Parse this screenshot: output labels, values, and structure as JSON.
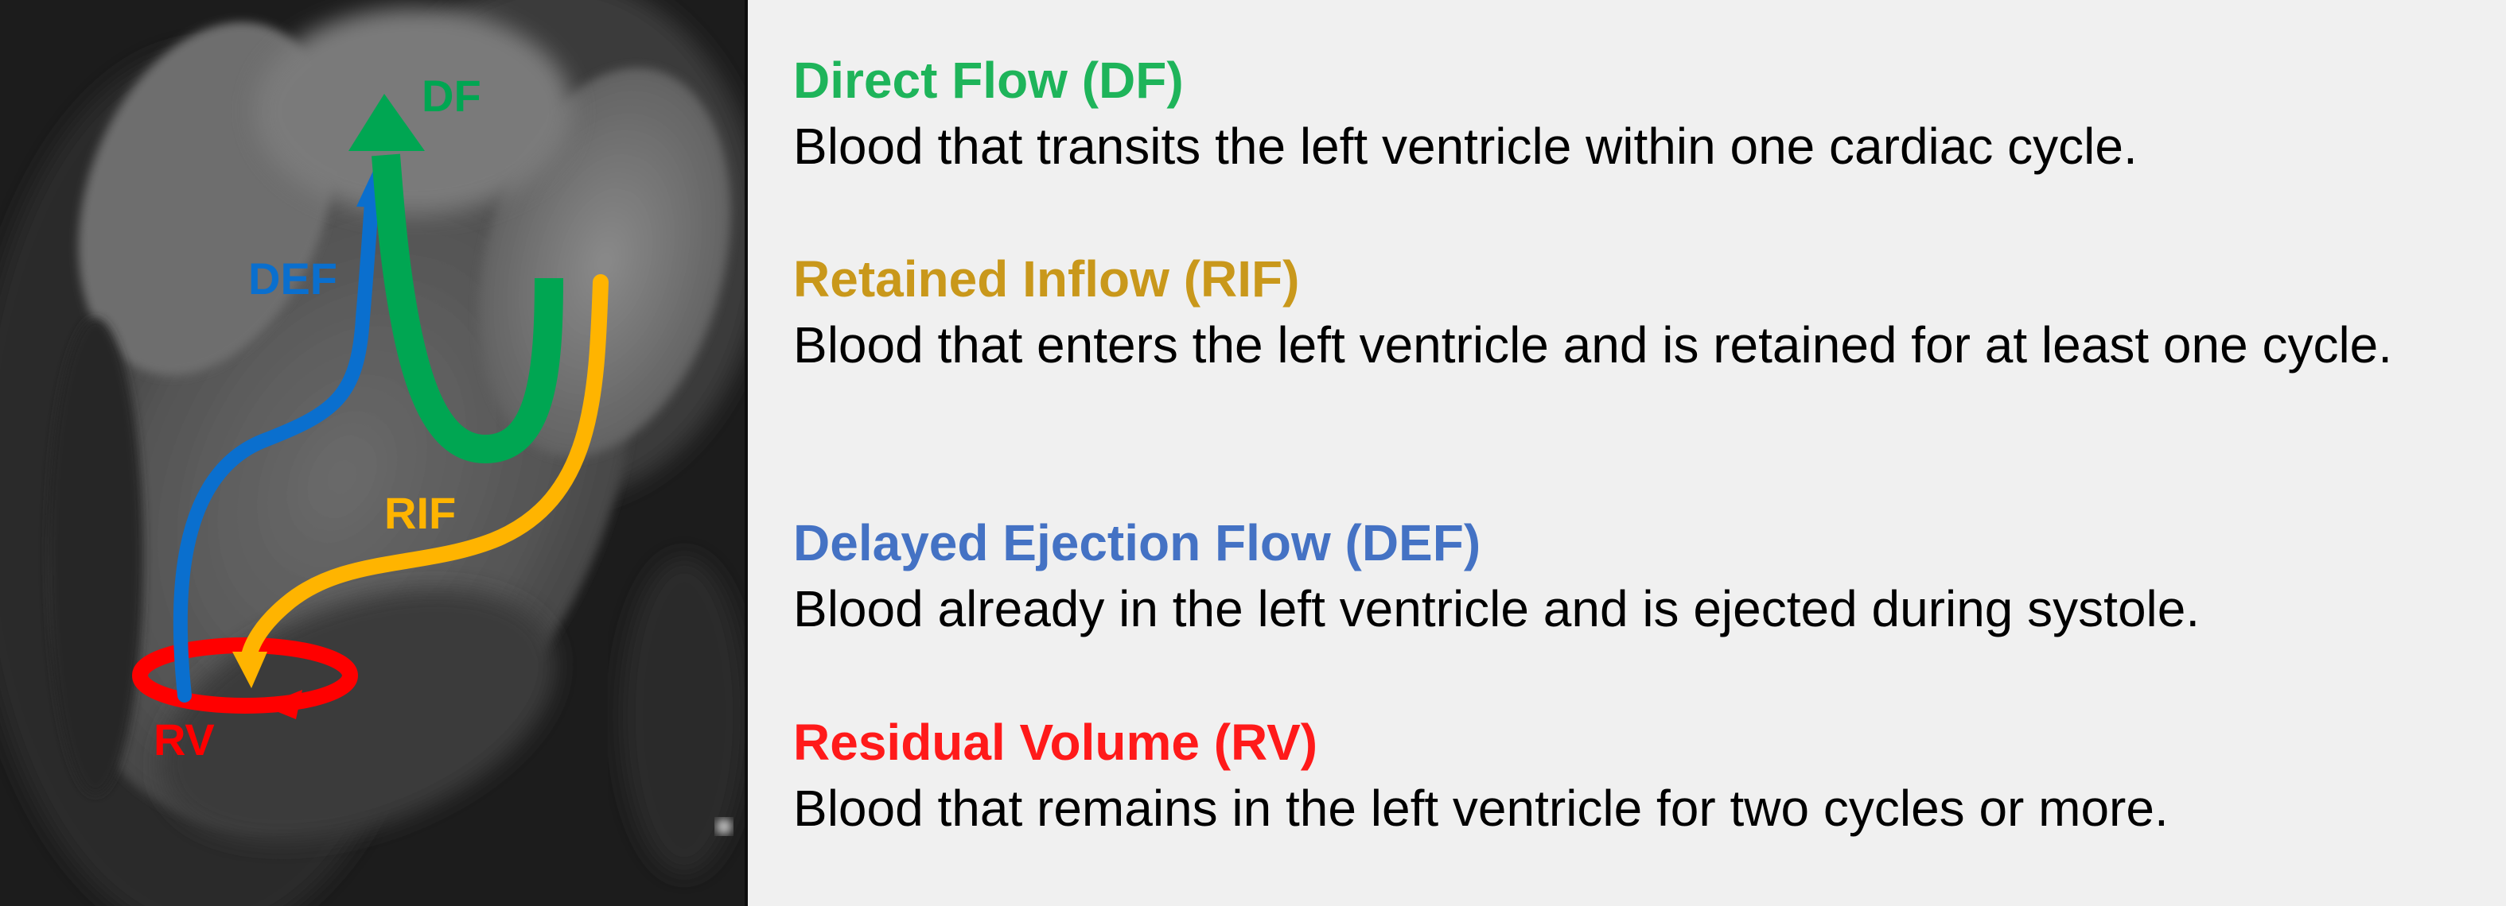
{
  "colors": {
    "df": "#00a652",
    "rif": "#ffb400",
    "def": "#0a6fce",
    "rv": "#ff0000",
    "df_title": "#1eb45a",
    "rif_title": "#c9981b",
    "def_title": "#4472c4",
    "rv_title": "#ff1a1a"
  },
  "image_labels": {
    "df": "DF",
    "def": "DEF",
    "rif": "RIF",
    "rv": "RV"
  },
  "legend": {
    "df": {
      "title": "Direct Flow (DF)",
      "description": "Blood that transits the left ventricle within one cardiac cycle."
    },
    "rif": {
      "title": "Retained Inflow (RIF)",
      "description": "Blood that enters the left ventricle and is retained for at least one cycle."
    },
    "def": {
      "title": "Delayed Ejection Flow (DEF)",
      "description": "Blood already in the left ventricle and is ejected during systole."
    },
    "rv": {
      "title": "Residual Volume (RV)",
      "description": "Blood that remains in the left ventricle for two cycles or more."
    }
  }
}
